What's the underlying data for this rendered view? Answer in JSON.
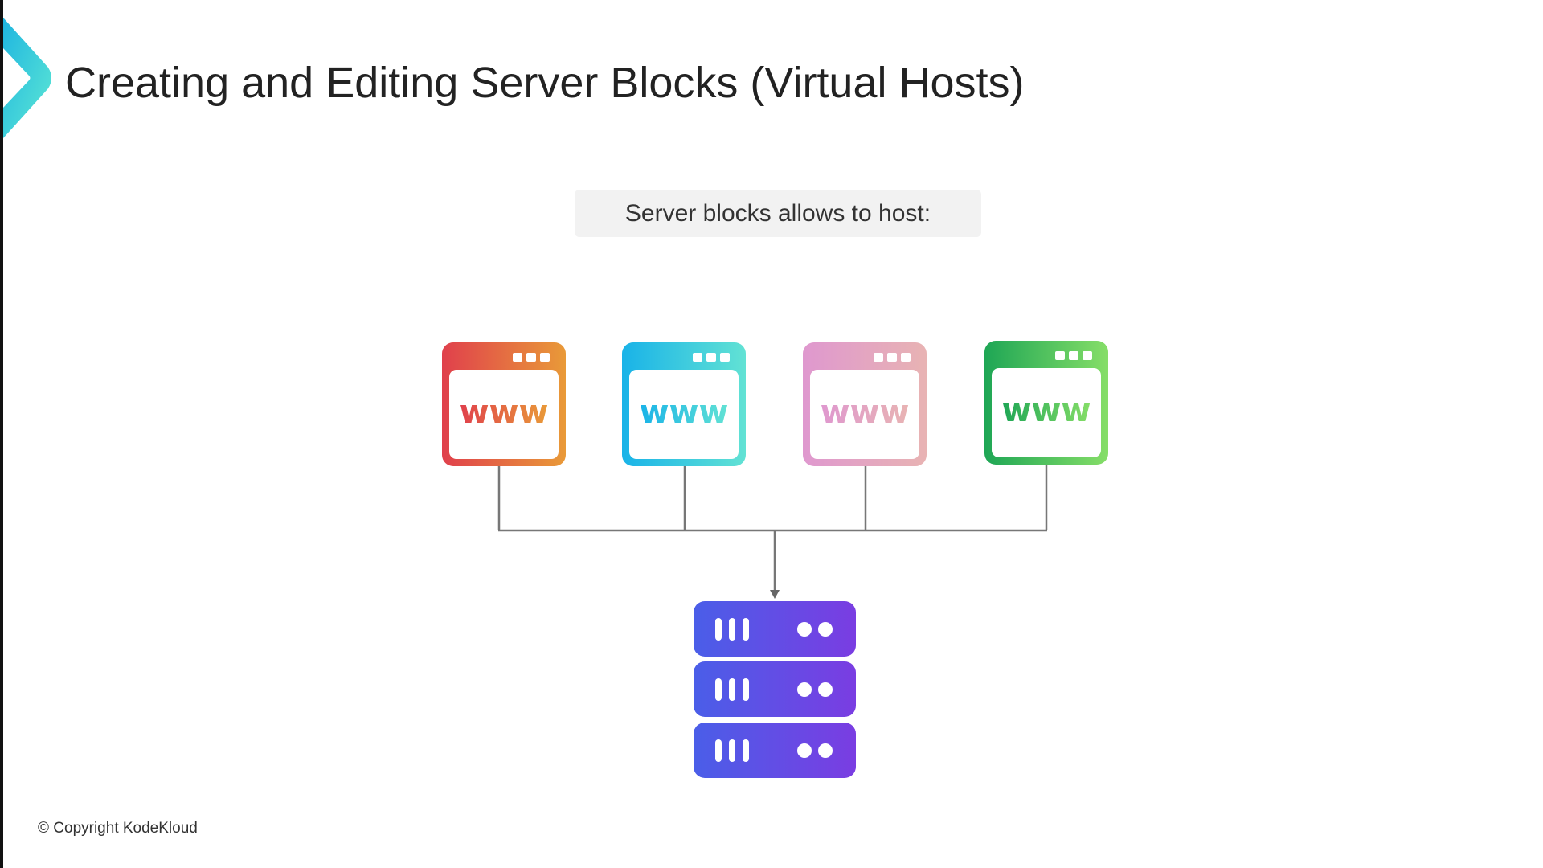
{
  "header": {
    "title": "Creating and Editing Server Blocks (Virtual Hosts)"
  },
  "caption": "Server blocks allows to host:",
  "sites": [
    {
      "label": "www",
      "from": "#e0404c",
      "to": "#e99a38"
    },
    {
      "label": "www",
      "from": "#19b3e8",
      "to": "#62e2d4"
    },
    {
      "label": "www",
      "from": "#df98cf",
      "to": "#e8b3b3"
    },
    {
      "label": "www",
      "from": "#1ea655",
      "to": "#86de68"
    }
  ],
  "footer": {
    "copyright": "© Copyright KodeKloud"
  }
}
